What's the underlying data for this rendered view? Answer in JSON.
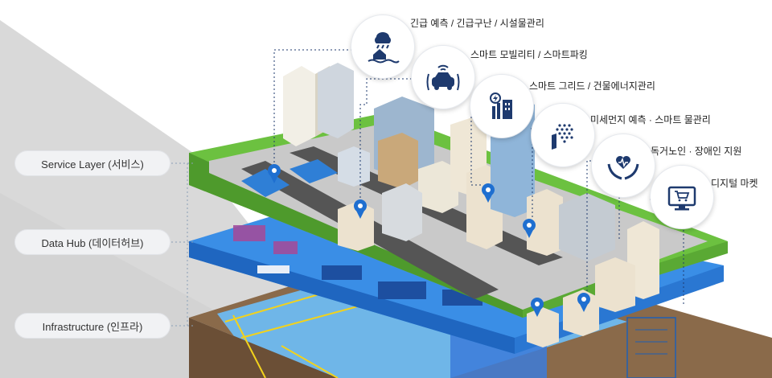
{
  "layers": [
    {
      "label": "Service Layer (서비스)"
    },
    {
      "label": "Data Hub (데이터허브)"
    },
    {
      "label": "Infrastructure (인프라)"
    }
  ],
  "services": [
    {
      "label": "긴급 예측 / 긴급구난 / 시설물관리",
      "icon": "flood-house-icon"
    },
    {
      "label": "스마트 모빌리티 / 스마트파킹",
      "icon": "smart-car-icon"
    },
    {
      "label": "스마트 그리드 / 건물에너지관리",
      "icon": "smart-grid-icon"
    },
    {
      "label": "미세먼지 예측 · 스마트 물관리",
      "icon": "fine-dust-icon"
    },
    {
      "label": "독거노인 · 장애인 지원",
      "icon": "care-heart-icon"
    },
    {
      "label": "디지털 마켓",
      "icon": "digital-market-icon"
    }
  ],
  "colors": {
    "service_circle_icon": "#1e3a6e",
    "grass": "#5fb83a",
    "water": "#2f7fd6",
    "datahub": "#3a8ee6",
    "soil": "#8a6a4a",
    "pin": "#1f6fd0",
    "side_gray": "#d9d9d9"
  }
}
